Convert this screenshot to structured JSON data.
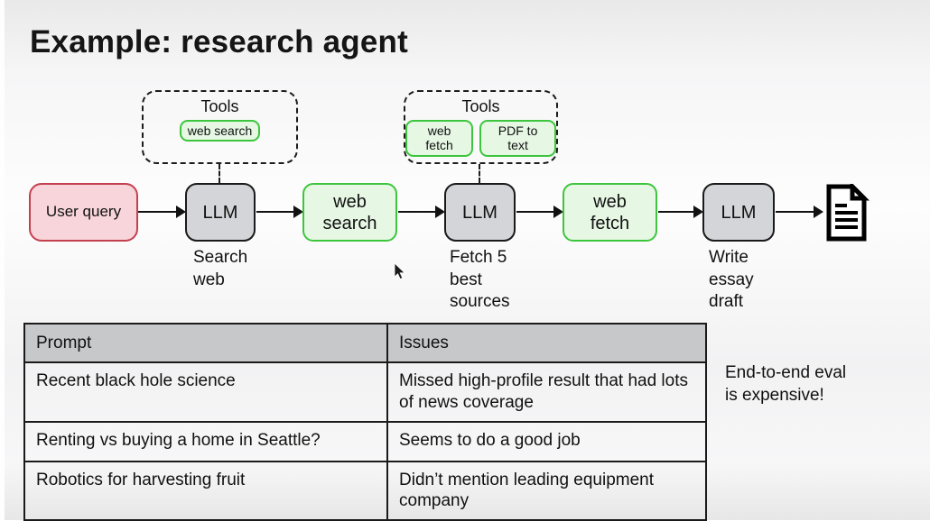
{
  "title": "Example: research agent",
  "diagram": {
    "tool_groups": [
      {
        "label": "Tools",
        "tools": [
          "web search"
        ]
      },
      {
        "label": "Tools",
        "tools": [
          "web fetch",
          "PDF to text"
        ]
      }
    ],
    "nodes": {
      "user_query": "User query",
      "llm_1": "LLM",
      "web_search": "web search",
      "llm_2": "LLM",
      "web_fetch": "web fetch",
      "llm_3": "LLM"
    },
    "captions": [
      "Search web",
      "Fetch 5 best sources",
      "Write essay draft"
    ],
    "output_icon": "document-icon"
  },
  "table": {
    "headers": [
      "Prompt",
      "Issues"
    ],
    "rows": [
      [
        "Recent black hole science",
        "Missed high-profile result that had lots of news coverage"
      ],
      [
        "Renting vs buying a home in Seattle?",
        "Seems to do a good job"
      ],
      [
        "Robotics for harvesting fruit",
        "Didn’t mention leading equipment company"
      ]
    ]
  },
  "annotation": "End-to-end eval is expensive!",
  "colors": {
    "user_query_fill": "#f7d5da",
    "user_query_border": "#c4404f",
    "llm_fill": "#d3d5d8",
    "llm_border": "#1a1a1a",
    "tool_fill": "#e6f7e4",
    "tool_border": "#3dc63d",
    "table_header_fill": "#c7c8ca",
    "arrow_color": "#111111"
  }
}
